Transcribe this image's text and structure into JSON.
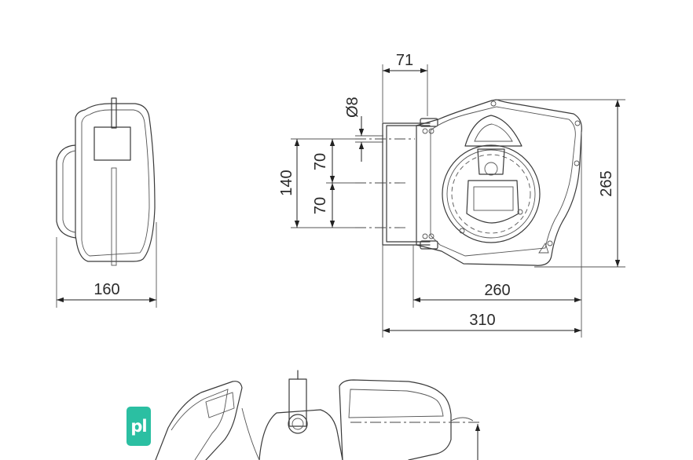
{
  "dimensions": {
    "side_width": "160",
    "bracket_depth": "71",
    "hole_diameter": "Ø8",
    "hole_spacing_top": "70",
    "hole_spacing_bottom": "70",
    "hole_spacing_total": "140",
    "housing_height": "265",
    "housing_width": "260",
    "overall_width": "310"
  },
  "logo": {
    "text": "pl",
    "color": "#2bbfa2"
  }
}
